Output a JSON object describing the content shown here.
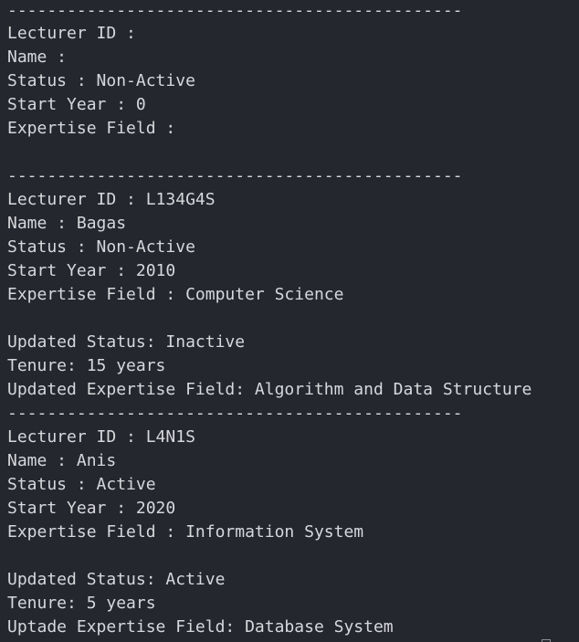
{
  "terminal": {
    "lines": [
      "----------------------------------------------",
      "Lecturer ID :",
      "Name :",
      "Status : Non-Active",
      "Start Year : 0",
      "Expertise Field :",
      "",
      "----------------------------------------------",
      "Lecturer ID : L134G4S",
      "Name : Bagas",
      "Status : Non-Active",
      "Start Year : 2010",
      "Expertise Field : Computer Science",
      "",
      "Updated Status: Inactive",
      "Tenure: 15 years",
      "Updated Expertise Field: Algorithm and Data Structure",
      "----------------------------------------------",
      "Lecturer ID : L4N1S",
      "Name : Anis",
      "Status : Active",
      "Start Year : 2020",
      "Expertise Field : Information System",
      "",
      "Updated Status: Active",
      "Tenure: 5 years",
      "Uptade Expertise Field: Database System"
    ]
  }
}
